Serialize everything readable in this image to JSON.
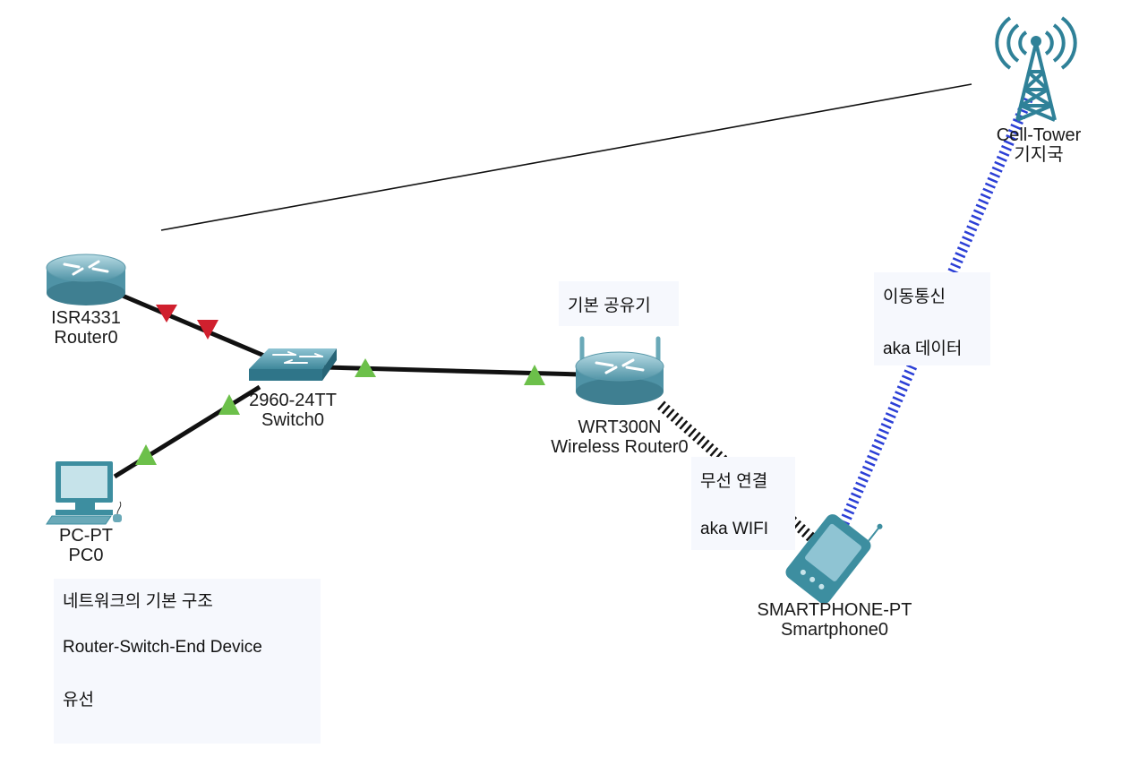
{
  "devices": {
    "router": {
      "model": "ISR4331",
      "name": "Router0"
    },
    "switch": {
      "model": "2960-24TT",
      "name": "Switch0"
    },
    "pc": {
      "model": "PC-PT",
      "name": "PC0"
    },
    "wireless_router": {
      "model": "WRT300N",
      "name": "Wireless Router0"
    },
    "smartphone": {
      "model": "SMARTPHONE-PT",
      "name": "Smartphone0"
    },
    "cell_tower": {
      "model": "Cell-Tower",
      "name": "기지국"
    }
  },
  "notes": {
    "basic_router": "기본 공유기",
    "mobile": {
      "line1": "이동통신",
      "line2": "aka 데이터"
    },
    "wireless": {
      "line1": "무선 연결",
      "line2": "aka WIFI"
    },
    "wired": {
      "line1": "네트워크의 기본 구조",
      "line2": "Router-Switch-End Device",
      "line3": "유선"
    }
  },
  "colors": {
    "link_down": "#d0202e",
    "link_up": "#6cc04a",
    "cable": "#111111",
    "cellular": "#2b3fd6",
    "device_teal": "#3d8ea0",
    "note_bg": "#f6f8fd"
  }
}
